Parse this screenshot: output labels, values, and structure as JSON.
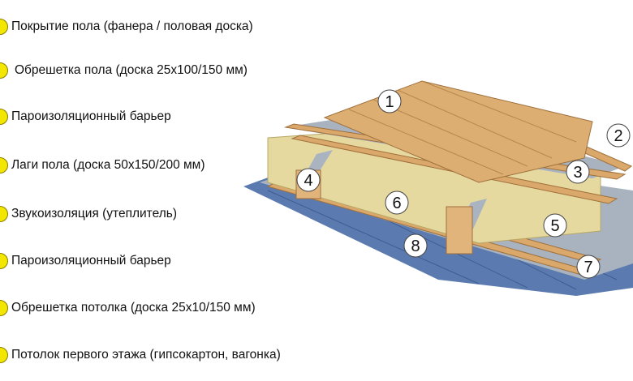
{
  "legend": [
    {
      "label": "Покрытие пола (фанера / половая доска)"
    },
    {
      "label": "Обрешетка пола (доска 25х100/150 мм)"
    },
    {
      "label": "Пароизоляционный барьер"
    },
    {
      "label": "Лаги пола (доска 50х150/200 мм)"
    },
    {
      "label": "Звукоизоляция (утеплитель)"
    },
    {
      "label": "Пароизоляционный барьер"
    },
    {
      "label": "Обрешетка потолка (доска 25х10/150 мм)"
    },
    {
      "label": "Потолок первого этажа (гипсокартон, вагонка)"
    }
  ],
  "markers": [
    "1",
    "2",
    "3",
    "4",
    "5",
    "6",
    "7",
    "8"
  ],
  "colors": {
    "marker": "#f3e600",
    "wood": "#d9a86a",
    "insulation": "#e6d9a0",
    "membrane": "#9aa6b4",
    "ceiling": "#5b7bb0"
  }
}
